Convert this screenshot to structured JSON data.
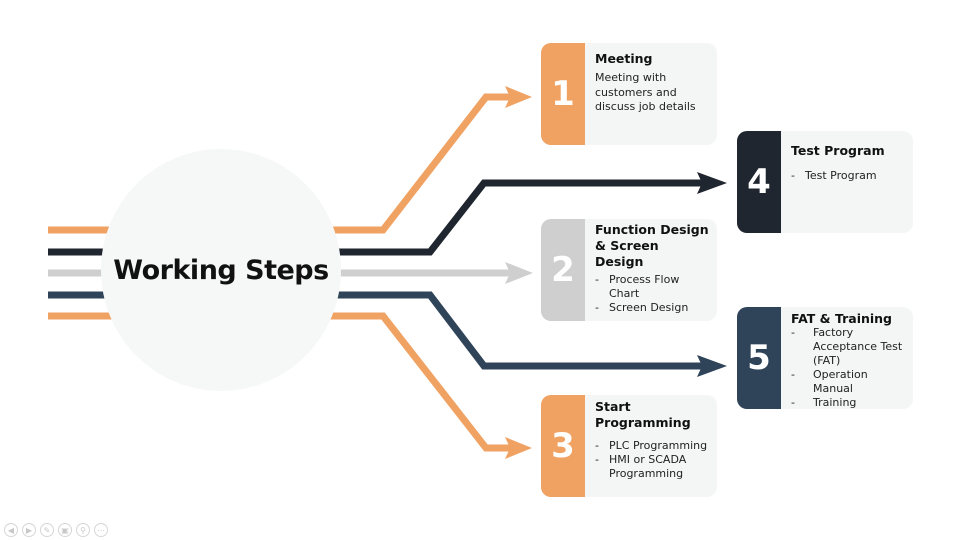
{
  "title": "Working Steps",
  "colors": {
    "orange": "#f0a263",
    "dark": "#20262f",
    "gray": "#cfcfcf",
    "navy": "#2f4459",
    "card_bg": "#f4f5f5",
    "circle_bg": "#f6f7f7"
  },
  "steps": [
    {
      "number": "1",
      "title": "Meeting",
      "description": "Meeting with customers and discuss job details",
      "color": "#f0a263",
      "items": []
    },
    {
      "number": "2",
      "title": "Function Design & Screen Design",
      "description": "",
      "color": "#cfcfcf",
      "items": [
        "Process Flow Chart",
        "Screen Design"
      ]
    },
    {
      "number": "3",
      "title": "Start Programming",
      "description": "",
      "color": "#f0a263",
      "items": [
        "PLC Programming",
        "HMI or SCADA Programming"
      ]
    },
    {
      "number": "4",
      "title": "Test Program",
      "description": "",
      "color": "#20262f",
      "items": [
        "Test Program"
      ]
    },
    {
      "number": "5",
      "title": "FAT & Training",
      "description": "",
      "color": "#2f4459",
      "items": [
        "Factory Acceptance Test (FAT)",
        "Operation Manual",
        "Training"
      ]
    }
  ],
  "nav_icons": [
    "prev-icon",
    "next-icon",
    "pen-icon",
    "slides-icon",
    "zoom-icon",
    "more-icon"
  ]
}
